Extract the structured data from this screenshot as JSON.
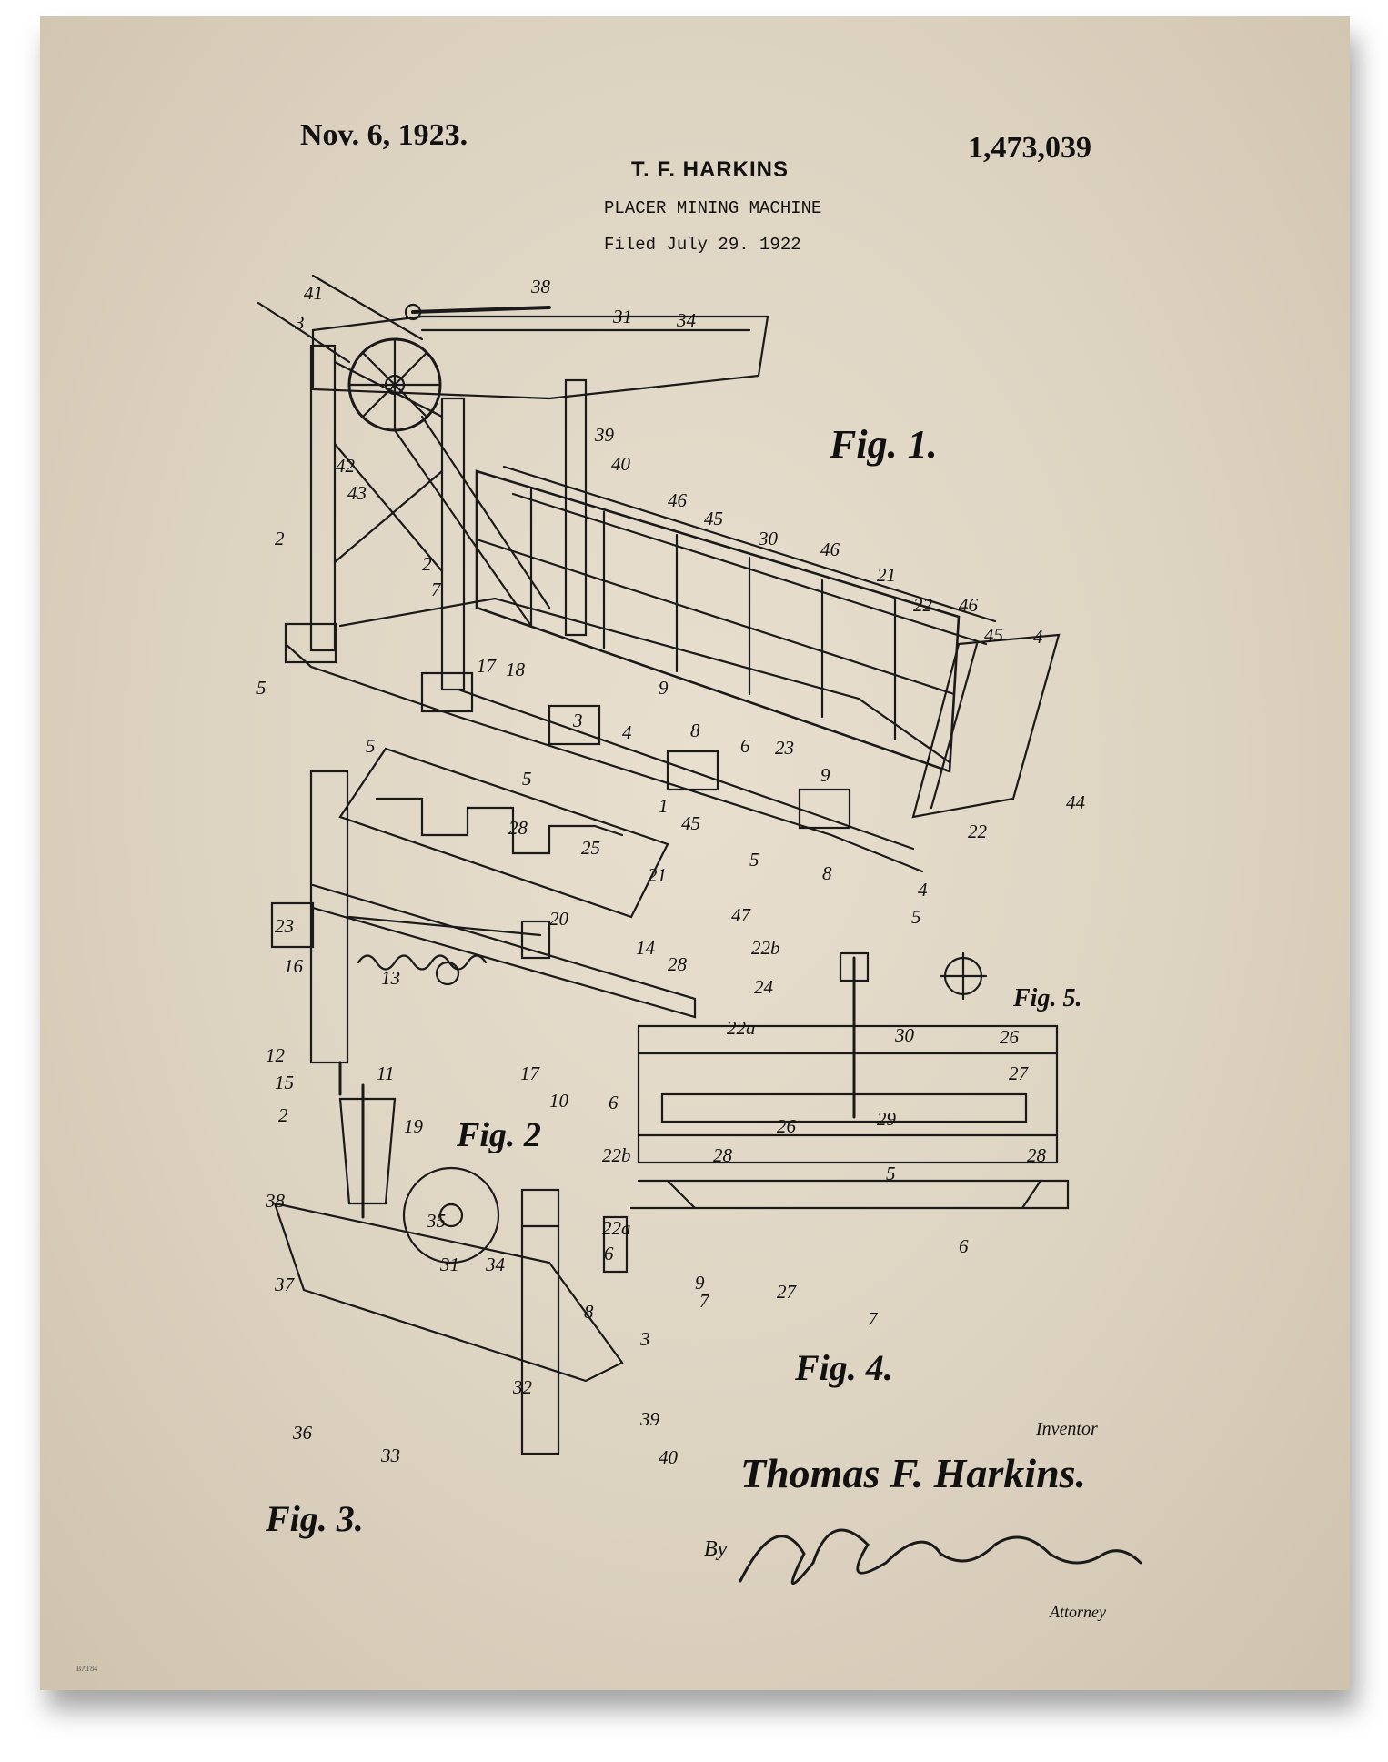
{
  "header": {
    "date": "Nov. 6, 1923.",
    "inventor_name": "T. F. HARKINS",
    "title": "PLACER MINING MACHINE",
    "filed": "Filed July 29. 1922",
    "patent_number": "1,473,039"
  },
  "figures": {
    "fig1": "Fig. 1.",
    "fig2": "Fig. 2",
    "fig3": "Fig. 3.",
    "fig4": "Fig. 4.",
    "fig5": "Fig. 5."
  },
  "labels": {
    "fig1": [
      "41",
      "38",
      "3",
      "31",
      "34",
      "39",
      "40",
      "42",
      "43",
      "2",
      "2",
      "7",
      "46",
      "45",
      "30",
      "46",
      "21",
      "22",
      "46",
      "45",
      "4",
      "5",
      "5",
      "5",
      "17",
      "18",
      "9",
      "3",
      "4",
      "8",
      "6",
      "23",
      "9",
      "1",
      "45",
      "5",
      "8",
      "44",
      "22",
      "4",
      "5"
    ],
    "fig2": [
      "28",
      "25",
      "21",
      "23",
      "20",
      "47",
      "14",
      "22b",
      "28",
      "24",
      "16",
      "13",
      "22a",
      "12",
      "15",
      "11",
      "17",
      "10",
      "2",
      "19",
      "6"
    ],
    "fig3": [
      "38",
      "35",
      "37",
      "31",
      "34",
      "36",
      "33",
      "32",
      "39",
      "40"
    ],
    "fig4": [
      "30",
      "29",
      "26",
      "28",
      "28",
      "22b",
      "5",
      "22a",
      "6",
      "9",
      "27",
      "6",
      "8",
      "7",
      "7",
      "3"
    ],
    "fig5": [
      "26",
      "27"
    ]
  },
  "signature": {
    "inventor_label": "Inventor",
    "inventor_name": "Thomas F. Harkins.",
    "by_label": "By",
    "attorney_label": "Attorney"
  },
  "footer": {
    "code": "BAT84"
  }
}
